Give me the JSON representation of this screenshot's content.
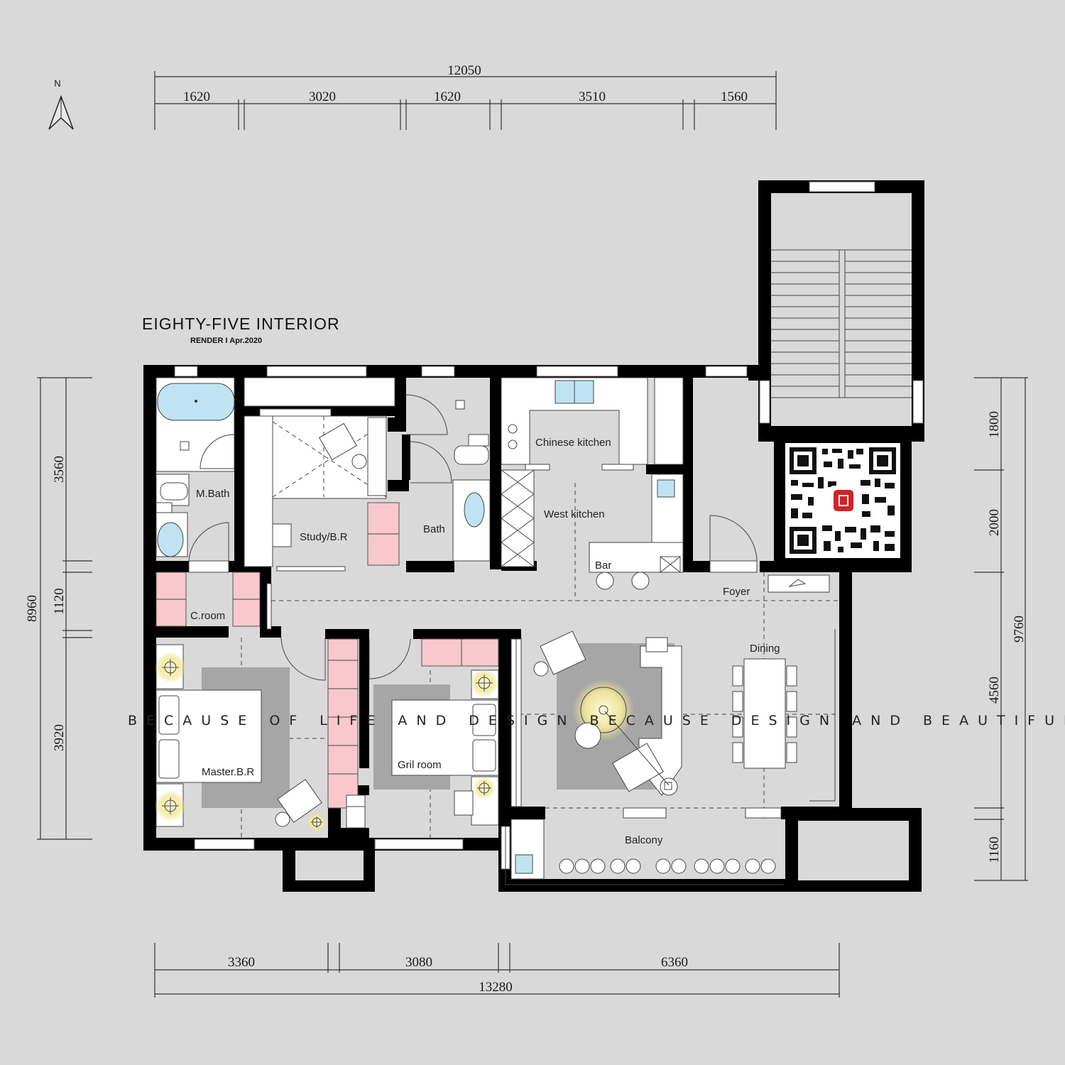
{
  "header": {
    "north_label": "N",
    "brand": "EIGHTY-FIVE INTERIOR",
    "subtitle": "RENDER  I  Apr.2020",
    "slogan": "BECAUSE OF LIFE AND DESIGN BECAUSE DESIGN AND BEAUTIFUL"
  },
  "dimensions": {
    "top_total": "12050",
    "top_segments": [
      "1620",
      "3020",
      "1620",
      "3510",
      "1560"
    ],
    "bottom_total": "13280",
    "bottom_segments": [
      "3360",
      "3080",
      "6360"
    ],
    "left_total": "8960",
    "left_segments": [
      "3560",
      "1120",
      "3920"
    ],
    "right_total": "9760",
    "right_segments": [
      "1800",
      "2000",
      "4560",
      "1160"
    ]
  },
  "rooms": {
    "master_bath": "M.Bath",
    "study": "Study/B.R",
    "bath": "Bath",
    "chinese_kitchen": "Chinese kitchen",
    "west_kitchen": "West kitchen",
    "bar": "Bar",
    "foyer": "Foyer",
    "cloakroom": "C.room",
    "dining": "Dining",
    "master_bedroom": "Master.B.R",
    "girl_room": "Gril room",
    "balcony": "Balcony"
  },
  "colors": {
    "background": "#d9d9d9",
    "floor": "#d9d9d9",
    "wall": "#000000",
    "wardrobe": "#f8c8cc",
    "rug": "#a6a6a6",
    "fixture_water": "#bfe3f2",
    "lamp_glow": "#fff7a8"
  },
  "icons": {
    "north_arrow": "north-arrow-icon",
    "qr": "qr-code-icon"
  }
}
